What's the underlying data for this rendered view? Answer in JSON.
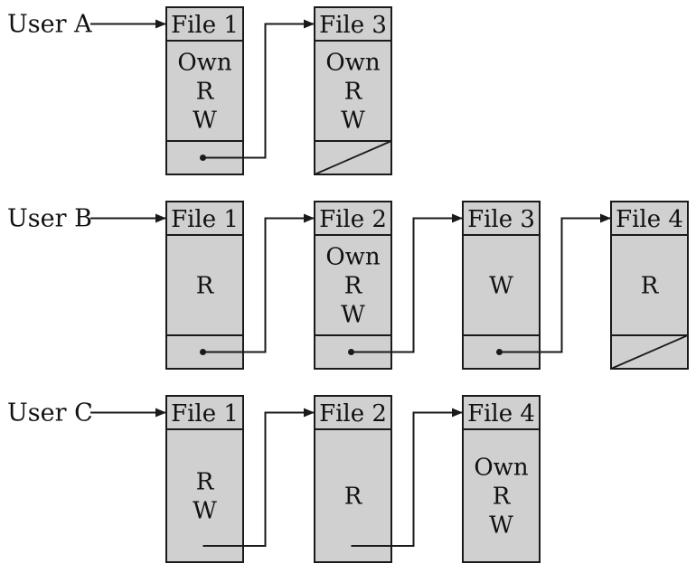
{
  "colors": {
    "box_fill": "#d0d0d0",
    "stroke": "#1a1a1a",
    "background": "#ffffff"
  },
  "rows": [
    {
      "user": "User A",
      "nodes": [
        {
          "file": "File 1",
          "perms": [
            "Own",
            "R",
            "W"
          ],
          "pointer": "next"
        },
        {
          "file": "File 3",
          "perms": [
            "Own",
            "R",
            "W"
          ],
          "pointer": "null"
        }
      ]
    },
    {
      "user": "User B",
      "nodes": [
        {
          "file": "File 1",
          "perms": [
            "R"
          ],
          "pointer": "next"
        },
        {
          "file": "File 2",
          "perms": [
            "Own",
            "R",
            "W"
          ],
          "pointer": "next"
        },
        {
          "file": "File 3",
          "perms": [
            "W"
          ],
          "pointer": "next"
        },
        {
          "file": "File 4",
          "perms": [
            "R"
          ],
          "pointer": "null"
        }
      ]
    },
    {
      "user": "User C",
      "nodes": [
        {
          "file": "File 1",
          "perms": [
            "R",
            "W"
          ],
          "pointer": "next"
        },
        {
          "file": "File 2",
          "perms": [
            "R"
          ],
          "pointer": "next"
        },
        {
          "file": "File 4",
          "perms": [
            "Own",
            "R",
            "W"
          ],
          "pointer": "none"
        }
      ]
    }
  ]
}
